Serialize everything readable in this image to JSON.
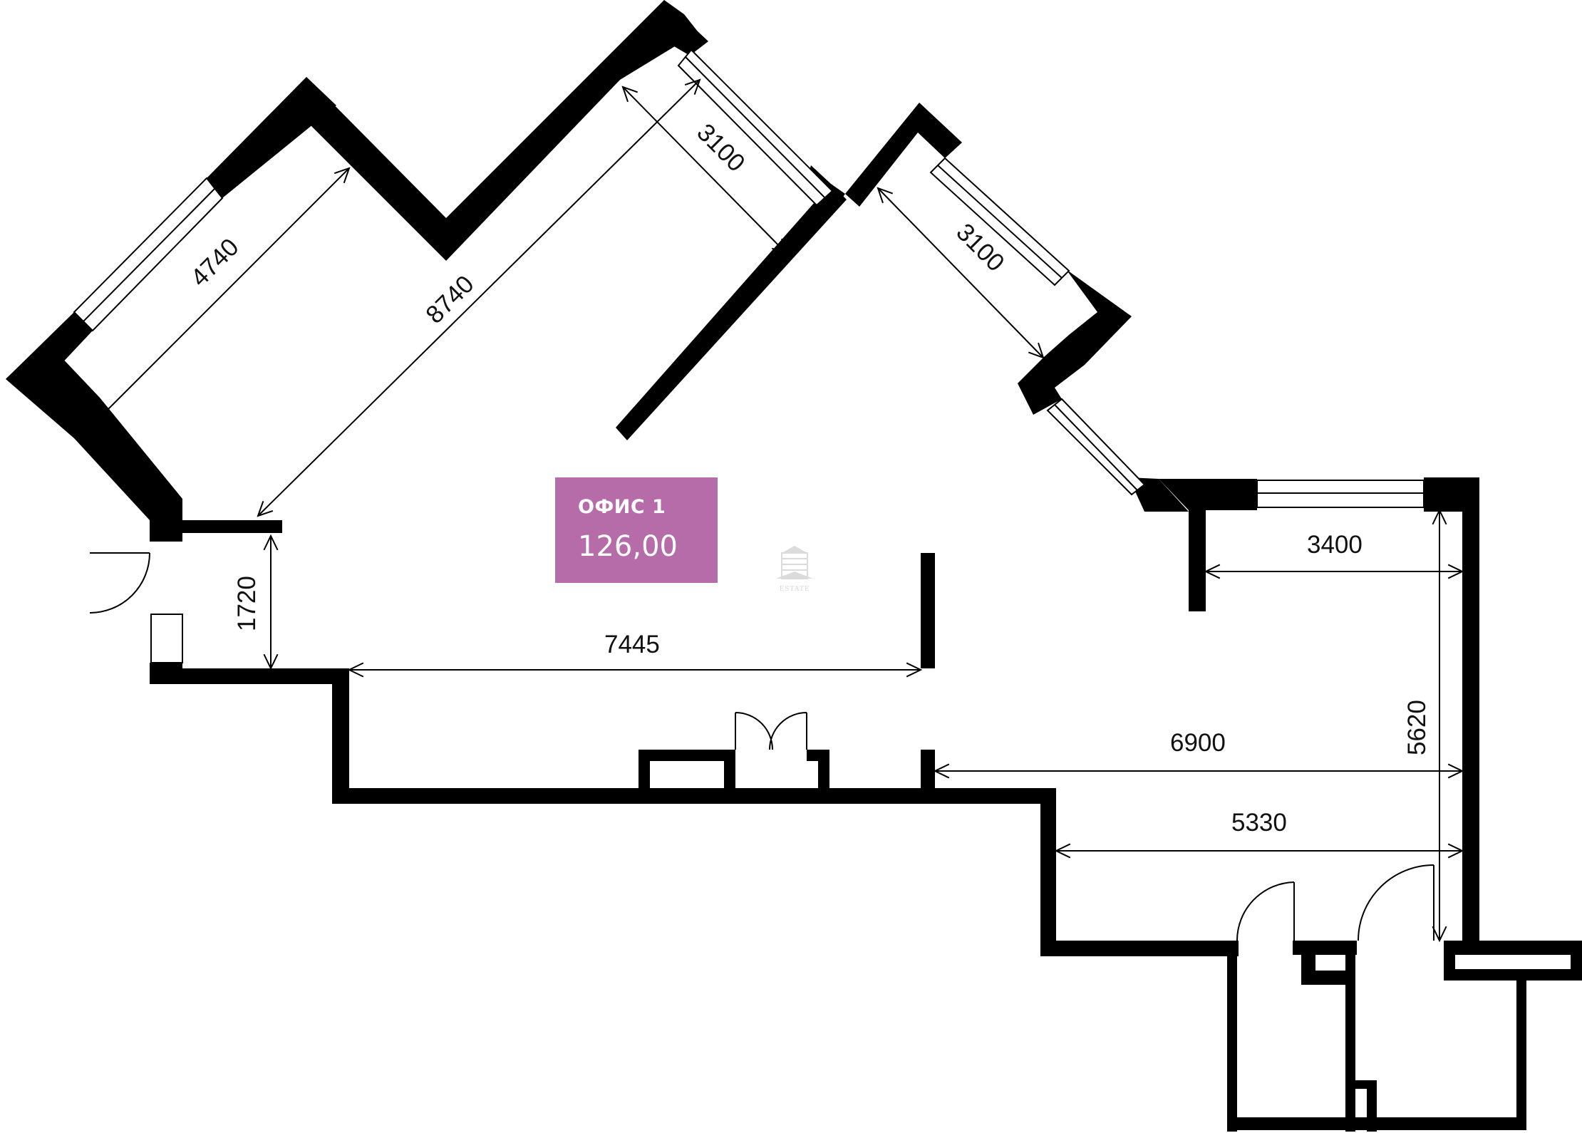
{
  "room": {
    "name": "ОФИС 1",
    "area": "126,00",
    "badge_color": "#b56ca9"
  },
  "watermark": {
    "text": "ESTATE"
  },
  "dimensions": {
    "d4740": "4740",
    "d8740": "8740",
    "d3100_a": "3100",
    "d3100_b": "3100",
    "d1720": "1720",
    "d7445": "7445",
    "d3400": "3400",
    "d5620": "5620",
    "d6900": "6900",
    "d5330": "5330"
  },
  "colors": {
    "wall": "#000000",
    "background": "#ffffff"
  }
}
